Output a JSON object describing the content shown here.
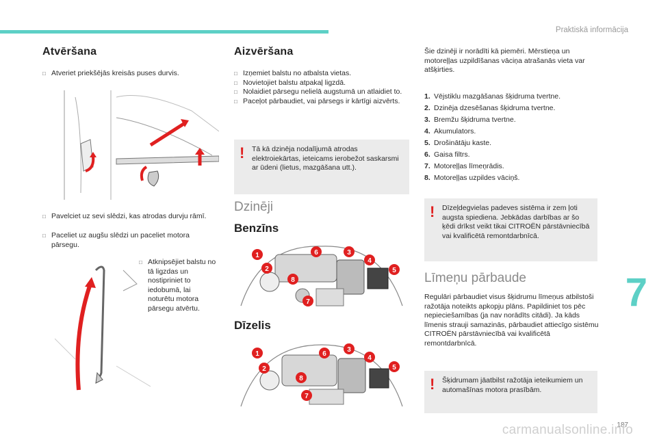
{
  "header": {
    "section": "Praktiskā informācija"
  },
  "left": {
    "title": "Atvēršana",
    "step1": "Atveriet priekšējās kreisās puses durvis.",
    "step2": "Pavelciet uz sevi slēdzi, kas atrodas durvju rāmī.",
    "step3": "Paceliet uz augšu slēdzi un paceliet motora pārsegu.",
    "step4": "Atknipsējiet balstu no tā ligzdas un nostipriniet to iedobumā, lai noturētu motora pārsegu atvērtu."
  },
  "middle": {
    "title": "Aizvēršana",
    "steps": [
      "Izņemiet balstu no atbalsta vietas.",
      "Novietojiet balstu atpakaļ ligzdā.",
      "Nolaidiet pārsegu nelielā augstumā un atlaidiet to.",
      "Paceļot pārbaudiet, vai pārsegs ir kārtīgi aizvērts."
    ],
    "warning": "Tā kā dzinēja nodalījumā atrodas elektroiekārtas, ieteicams ierobežot saskarsmi ar ūdeni (lietus, mazgāšana utt.).",
    "engines_title": "Dzinēji",
    "petrol_title": "Benzīns",
    "diesel_title": "Dīzelis"
  },
  "right": {
    "intro": "Šie dzinēji ir norādīti kā piemēri. Mērstieņa un motoreļļas uzpildīšanas vāciņa atrašanās vieta var atšķirties.",
    "items": [
      {
        "n": "1.",
        "label": "Vējstiklu mazgāšanas šķidruma tvertne."
      },
      {
        "n": "2.",
        "label": "Dzinēja dzesēšanas šķidruma tvertne."
      },
      {
        "n": "3.",
        "label": "Bremžu šķidruma tvertne."
      },
      {
        "n": "4.",
        "label": "Akumulators."
      },
      {
        "n": "5.",
        "label": "Drošinātāju kaste."
      },
      {
        "n": "6.",
        "label": "Gaisa filtrs."
      },
      {
        "n": "7.",
        "label": "Motoreļļas līmeņrādis."
      },
      {
        "n": "8.",
        "label": "Motoreļļas uzpildes vāciņš."
      }
    ],
    "warning1": "Dīzeļdegvielas padeves sistēma ir zem ļoti augsta spiediena. Jebkādas darbības ar šo ķēdi drīkst veikt tikai CITROËN pārstāvniecībā vai kvalificētā remontdarbnīcā.",
    "levels_title": "Līmeņu pārbaude",
    "levels_text": "Regulāri pārbaudiet visus šķidrumu līmeņus atbilstoši ražotāja noteikts apkopju plāns. Papildiniet tos pēc nepieciešamības (ja nav norādīts citādi). Ja kāds līmenis strauji samazinās, pārbaudiet attiecīgo sistēmu CITROËN pārstāvniecībā vai kvalificētā remontdarbnīcā.",
    "warning2": "Šķidrumam jāatbilst ražotāja ieteikumiem un automašīnas motora prasībām."
  },
  "badges": [
    "1",
    "2",
    "3",
    "4",
    "5",
    "6",
    "7",
    "8"
  ],
  "chapter_number": "7",
  "page_number": "187",
  "watermark": "carmanualsonline.info",
  "colors": {
    "accent": "#5dd0c6",
    "arrow": "#e02020",
    "badge": "#e02020"
  }
}
